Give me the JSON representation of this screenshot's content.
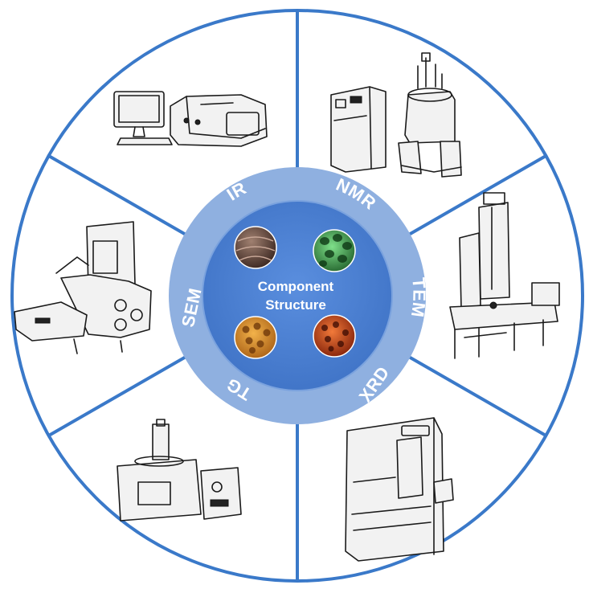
{
  "center": {
    "line1": "Component",
    "line2": "Structure"
  },
  "techniques": [
    {
      "key": "ir",
      "label": "IR",
      "instrument_icon": "ir-spectrometer-icon"
    },
    {
      "key": "nmr",
      "label": "NMR",
      "instrument_icon": "nmr-spectrometer-icon"
    },
    {
      "key": "tem",
      "label": "TEM",
      "instrument_icon": "tem-microscope-icon"
    },
    {
      "key": "xrd",
      "label": "XRD",
      "instrument_icon": "xrd-diffractometer-icon"
    },
    {
      "key": "tg",
      "label": "TG",
      "instrument_icon": "tg-analyzer-icon"
    },
    {
      "key": "sem",
      "label": "SEM",
      "instrument_icon": "sem-microscope-icon"
    }
  ],
  "colors": {
    "outer_stroke": "#3a79c9",
    "ring": "#8fb0e0",
    "inner_circle": "#4a7fd0",
    "label_text": "#ffffff"
  }
}
